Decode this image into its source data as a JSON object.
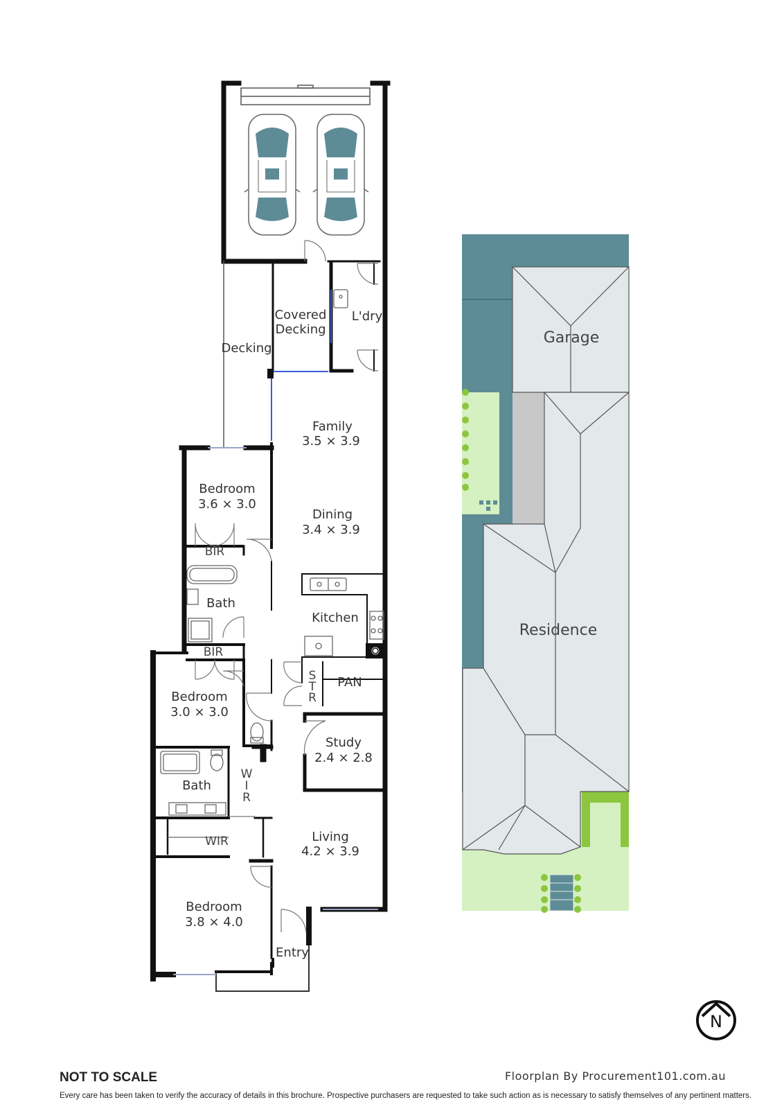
{
  "rooms": {
    "covered_decking": {
      "line1": "Covered",
      "line2": "Decking"
    },
    "laundry": "L'dry",
    "decking": "Decking",
    "family": {
      "name": "Family",
      "size": "3.5 × 3.9"
    },
    "dining": {
      "name": "Dining",
      "size": "3.4 × 3.9"
    },
    "bedroom_1": {
      "name": "Bedroom",
      "size": "3.6 × 3.0"
    },
    "bir_1": "BIR",
    "bath_1": "Bath",
    "kitchen": "Kitchen",
    "bir_2": "BIR",
    "str": {
      "l1": "S",
      "l2": "T",
      "l3": "R"
    },
    "pan": "PAN",
    "bedroom_2": {
      "name": "Bedroom",
      "size": "3.0 × 3.0"
    },
    "study": {
      "name": "Study",
      "size": "2.4 × 2.8"
    },
    "bath_2": "Bath",
    "wir_vertical": {
      "l1": "W",
      "l2": "I",
      "l3": "R"
    },
    "wir": "WIR",
    "living": {
      "name": "Living",
      "size": "4.2 × 3.9"
    },
    "bedroom_3": {
      "name": "Bedroom",
      "size": "3.8 × 4.0"
    },
    "entry": "Entry"
  },
  "site": {
    "garage": "Garage",
    "residence": "Residence",
    "colors": {
      "road": "#5e8c96",
      "roof": "#e3e8eb",
      "lawn": "#d5f0c1",
      "driveway": "#c8c8c8",
      "hedge": "#8cc63f"
    }
  },
  "compass_letter": "N",
  "footer": {
    "title": "NOT TO SCALE",
    "credit": "Floorplan By Procurement101.com.au",
    "disclaimer": "Every care has been taken to verify the accuracy of details in this brochure. Prospective purchasers are requested to take such action as is necessary to satisfy themselves of any pertinent matters."
  },
  "colors": {
    "wall": "#111111",
    "glass": "#3a5bd9",
    "car": "#5e8c96"
  }
}
